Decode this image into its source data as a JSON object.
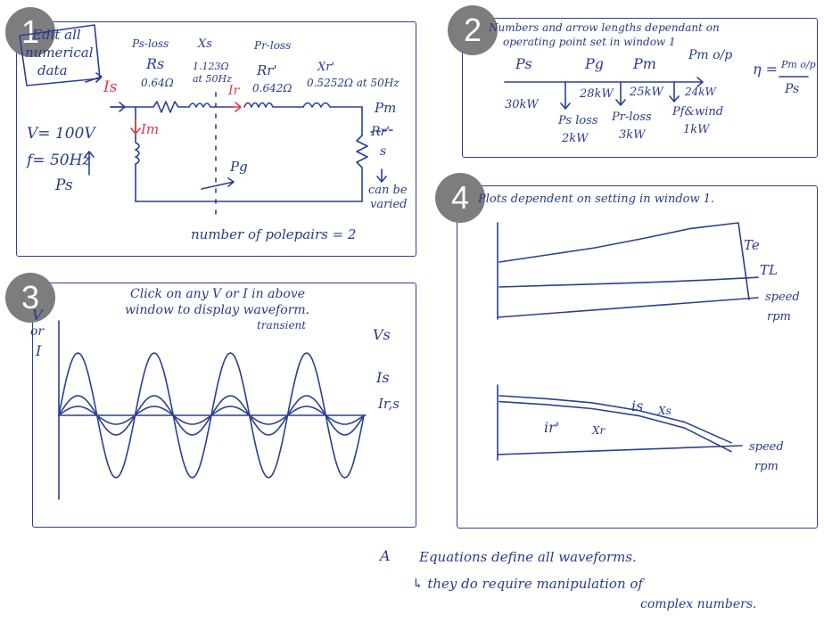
{
  "window1": {
    "badge": "1",
    "edit_note": [
      "Edit all",
      "numerical",
      "data"
    ],
    "voltage": "V= 100V",
    "frequency": "f= 50Hz",
    "ps": "Ps",
    "is": "Is",
    "im": "Im",
    "ir": "Ir",
    "ps_loss": "Ps-loss",
    "rs_name": "Rs",
    "rs_value": "0.64Ω",
    "xs_name": "Xs",
    "xs_value": "1.123Ω",
    "xs_at": "at 50Hz",
    "pr_loss": "Pr-loss",
    "rr_name": "Rr'",
    "rr_value": "0.642Ω",
    "xr_name": "Xr'",
    "xr_value": "0.5252Ω at 50Hz",
    "pm": "Pm",
    "rr_s": "Rr'",
    "rr_s_den": "s",
    "can_be": "can be",
    "varied": "varied",
    "pg": "Pg",
    "pole_pairs": "number of polepairs = 2"
  },
  "window2": {
    "badge": "2",
    "note_line1": "Numbers and arrow lengths dependant on",
    "note_line2": "operating point set in window 1",
    "ps": "Ps",
    "pg": "Pg",
    "pm": "Pm",
    "pm_op": "Pm o/p",
    "eta": "η =",
    "eta_num": "Pm o/p",
    "eta_den": "Ps",
    "in_value": "30kW",
    "pg_value": "28kW",
    "pm_value": "25kW",
    "out_value": "24kW",
    "ps_loss": "Ps loss",
    "ps_loss_value": "2kW",
    "pr_loss": "Pr-loss",
    "pr_loss_value": "3kW",
    "pfw": "Pf&wind",
    "pfw_value": "1kW"
  },
  "window3": {
    "badge": "3",
    "y_axis": [
      "V",
      "or",
      "I"
    ],
    "note_line1": "Click on any V or I in above",
    "note_line2": "window to display waveform.",
    "note_line3": "transient",
    "vs": "Vs",
    "is": "Is",
    "irs": "Ir,s"
  },
  "window4": {
    "badge": "4",
    "note": "Plots dependent on setting in window 1.",
    "te": "Te",
    "tl": "TL",
    "speed": "speed",
    "rpm": "rpm",
    "is": "is",
    "xs": "Xs",
    "ir": "ir'",
    "xr": "Xr",
    "speed2": "speed",
    "rpm2": "rpm"
  },
  "footer": {
    "mark": "A",
    "line1": "Equations define all waveforms.",
    "line2": "↳ they do require manipulation of",
    "line3": "complex numbers."
  },
  "chart_data": [
    {
      "type": "line",
      "title": "",
      "xlabel": "",
      "ylabel": "V or I",
      "grid": false,
      "series": [
        {
          "name": "Vs",
          "values": [
            0,
            1,
            0,
            -1,
            0,
            1,
            0,
            -1,
            0,
            1,
            0,
            -1,
            0,
            1,
            0,
            -1,
            0
          ]
        },
        {
          "name": "Is",
          "values": [
            0,
            0.3,
            0,
            -0.3,
            0,
            0.3,
            0,
            -0.3,
            0,
            0.3,
            0,
            -0.3,
            0,
            0.3,
            0,
            -0.3,
            0
          ]
        },
        {
          "name": "Ir,s",
          "values": [
            0,
            0.12,
            0,
            -0.12,
            0,
            0.12,
            0,
            -0.12,
            0,
            0.12,
            0,
            -0.12,
            0,
            0.12,
            0,
            -0.12,
            0
          ]
        }
      ]
    },
    {
      "type": "line",
      "title": "",
      "xlabel": "speed rpm",
      "ylabel": "",
      "grid": false,
      "series": [
        {
          "name": "Te",
          "values": [
            0.45,
            0.55,
            0.65,
            0.78,
            0.92,
            1.0,
            0.0
          ]
        },
        {
          "name": "TL",
          "values": [
            0.2,
            0.23,
            0.26,
            0.29,
            0.33,
            0.38
          ]
        }
      ]
    },
    {
      "type": "line",
      "title": "",
      "xlabel": "speed rpm",
      "ylabel": "",
      "grid": false,
      "series": [
        {
          "name": "is",
          "values": [
            1.0,
            0.95,
            0.88,
            0.75,
            0.55,
            0.2
          ]
        },
        {
          "name": "ir'",
          "values": [
            0.9,
            0.85,
            0.78,
            0.66,
            0.45,
            0.05
          ]
        }
      ]
    }
  ]
}
